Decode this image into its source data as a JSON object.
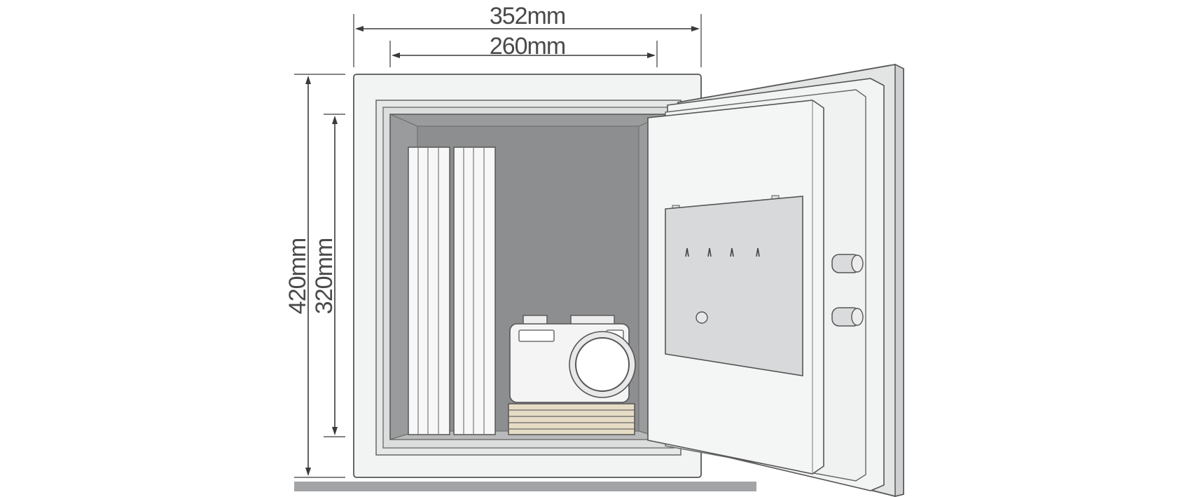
{
  "diagram": {
    "dimensions": {
      "outer_width": "352mm",
      "inner_width": "260mm",
      "outer_height": "420mm",
      "inner_height": "320mm"
    },
    "colors": {
      "interior": "#9a9b9d",
      "body": "#f2f3f3",
      "floor": "#a3a4a6",
      "panel": "#d8d9da",
      "pad": "#e6dcc6",
      "outline": "#555555"
    },
    "icons": {
      "binders": "binder-icon",
      "camera": "camera-icon",
      "papers": "paper-stack-icon",
      "hooks": "key-hook-icon",
      "hinges": "hinge-icon"
    }
  }
}
